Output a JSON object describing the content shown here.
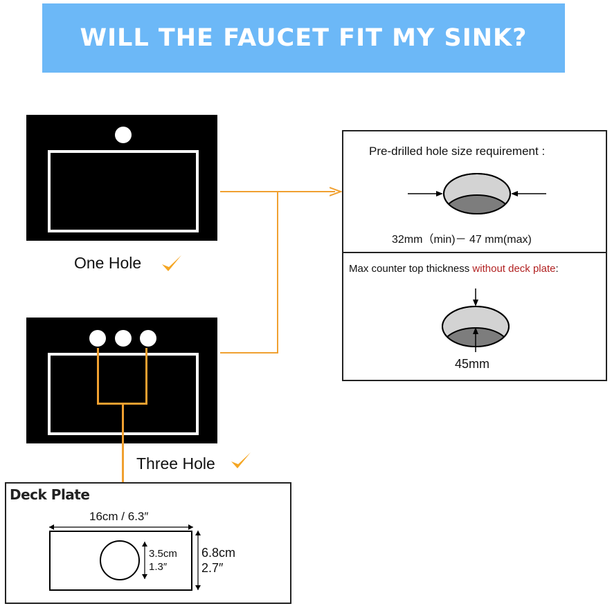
{
  "banner": {
    "title": "WILL THE FAUCET FIT MY SINK?"
  },
  "sinks": {
    "one_hole_label": "One Hole",
    "three_hole_label": "Three Hole"
  },
  "spec": {
    "hole_title": "Pre-drilled hole size requirement :",
    "hole_range": "32mm（min)－ 47 mm(max)",
    "thickness_prefix": "Max counter top thickness ",
    "thickness_highlight": "without deck plate",
    "thickness_suffix": ":",
    "thickness_value": "45mm"
  },
  "deck_plate": {
    "title": "Deck Plate",
    "width_label": "16cm / 6.3″",
    "hole_cm": "3.5cm",
    "hole_in": "1.3″",
    "height_cm": "6.8cm",
    "height_in": "2.7″"
  },
  "colors": {
    "banner": "#6cb8f7",
    "connector": "#f0a030",
    "check": "#f5a623",
    "highlight": "#b22222"
  }
}
